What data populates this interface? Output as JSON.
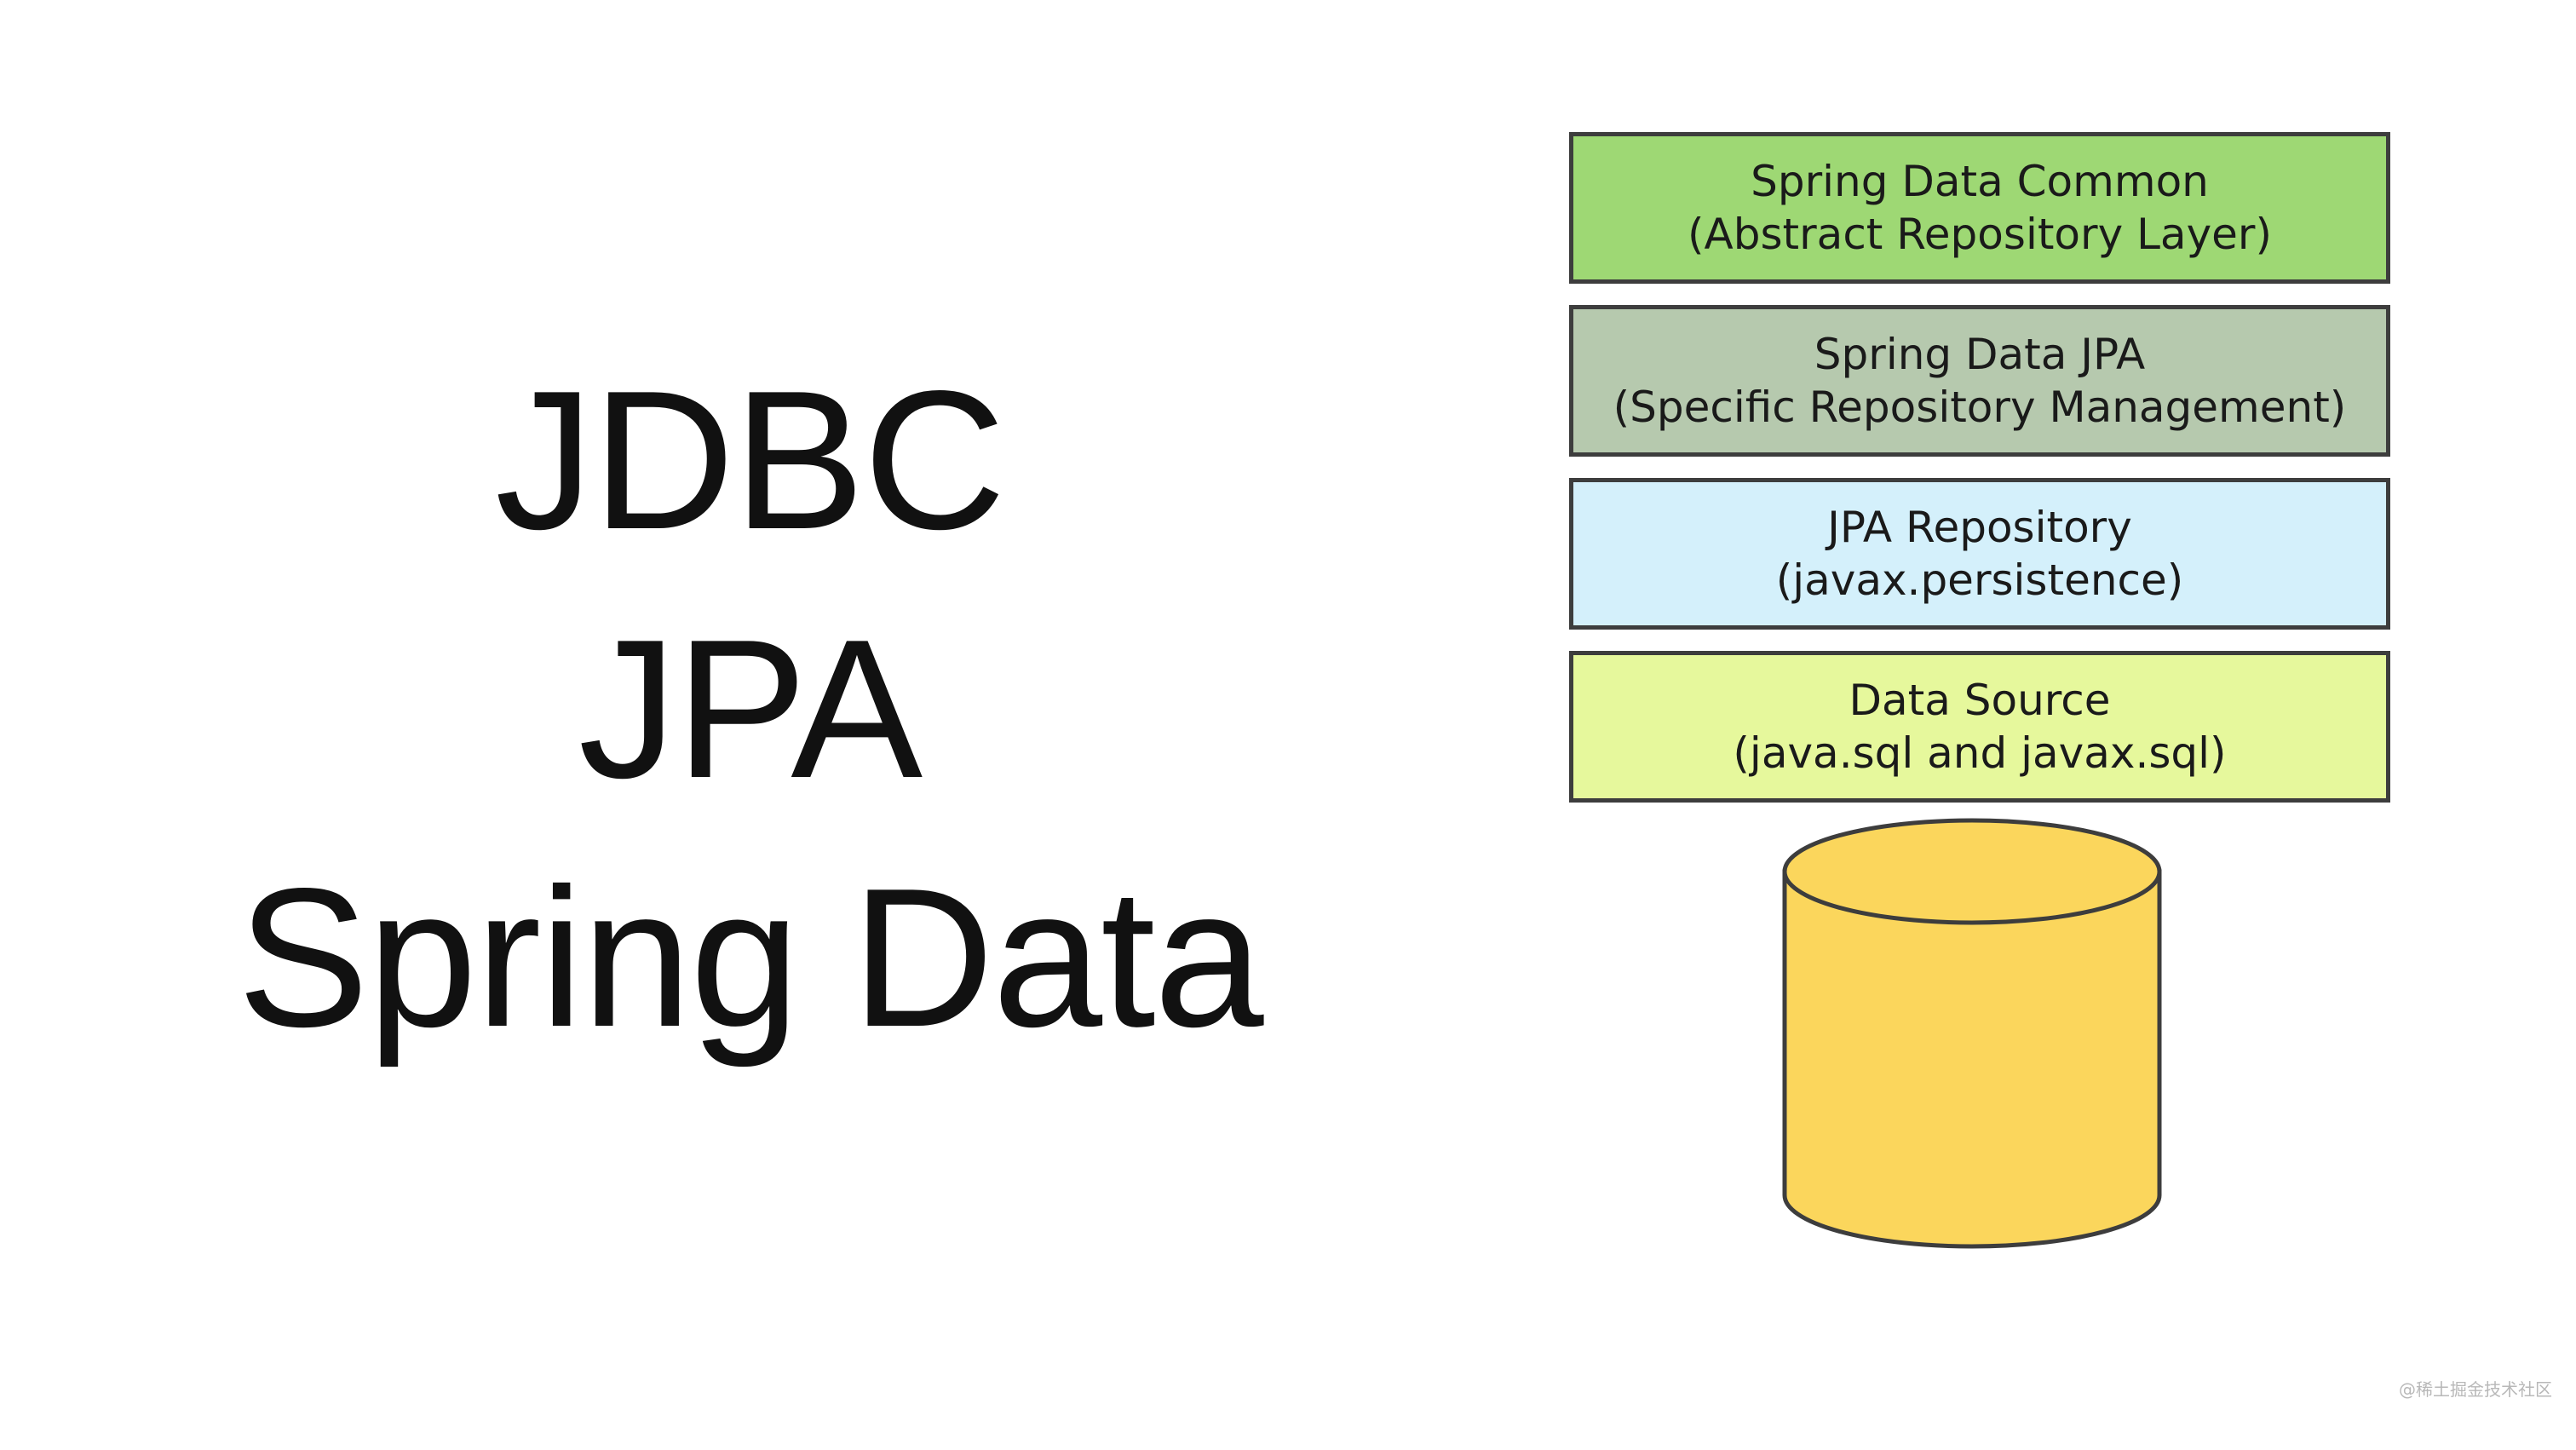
{
  "title": {
    "lines": [
      "JDBC",
      "JPA",
      "Spring Data"
    ]
  },
  "layers": [
    {
      "name": "Spring Data Common",
      "detail": "(Abstract Repository Layer)",
      "color": "#9ed874"
    },
    {
      "name": "Spring Data JPA",
      "detail": "(Specific Repository Management)",
      "color": "#b6c9ae"
    },
    {
      "name": "JPA Repository",
      "detail": "(javax.persistence)",
      "color": "#d4f0fb"
    },
    {
      "name": "Data Source",
      "detail": "(java.sql and javax.sql)",
      "color": "#e6f89c"
    }
  ],
  "database": {
    "icon": "database-cylinder-icon",
    "color": "#fbd65c"
  },
  "watermark": "@稀土掘金技术社区"
}
